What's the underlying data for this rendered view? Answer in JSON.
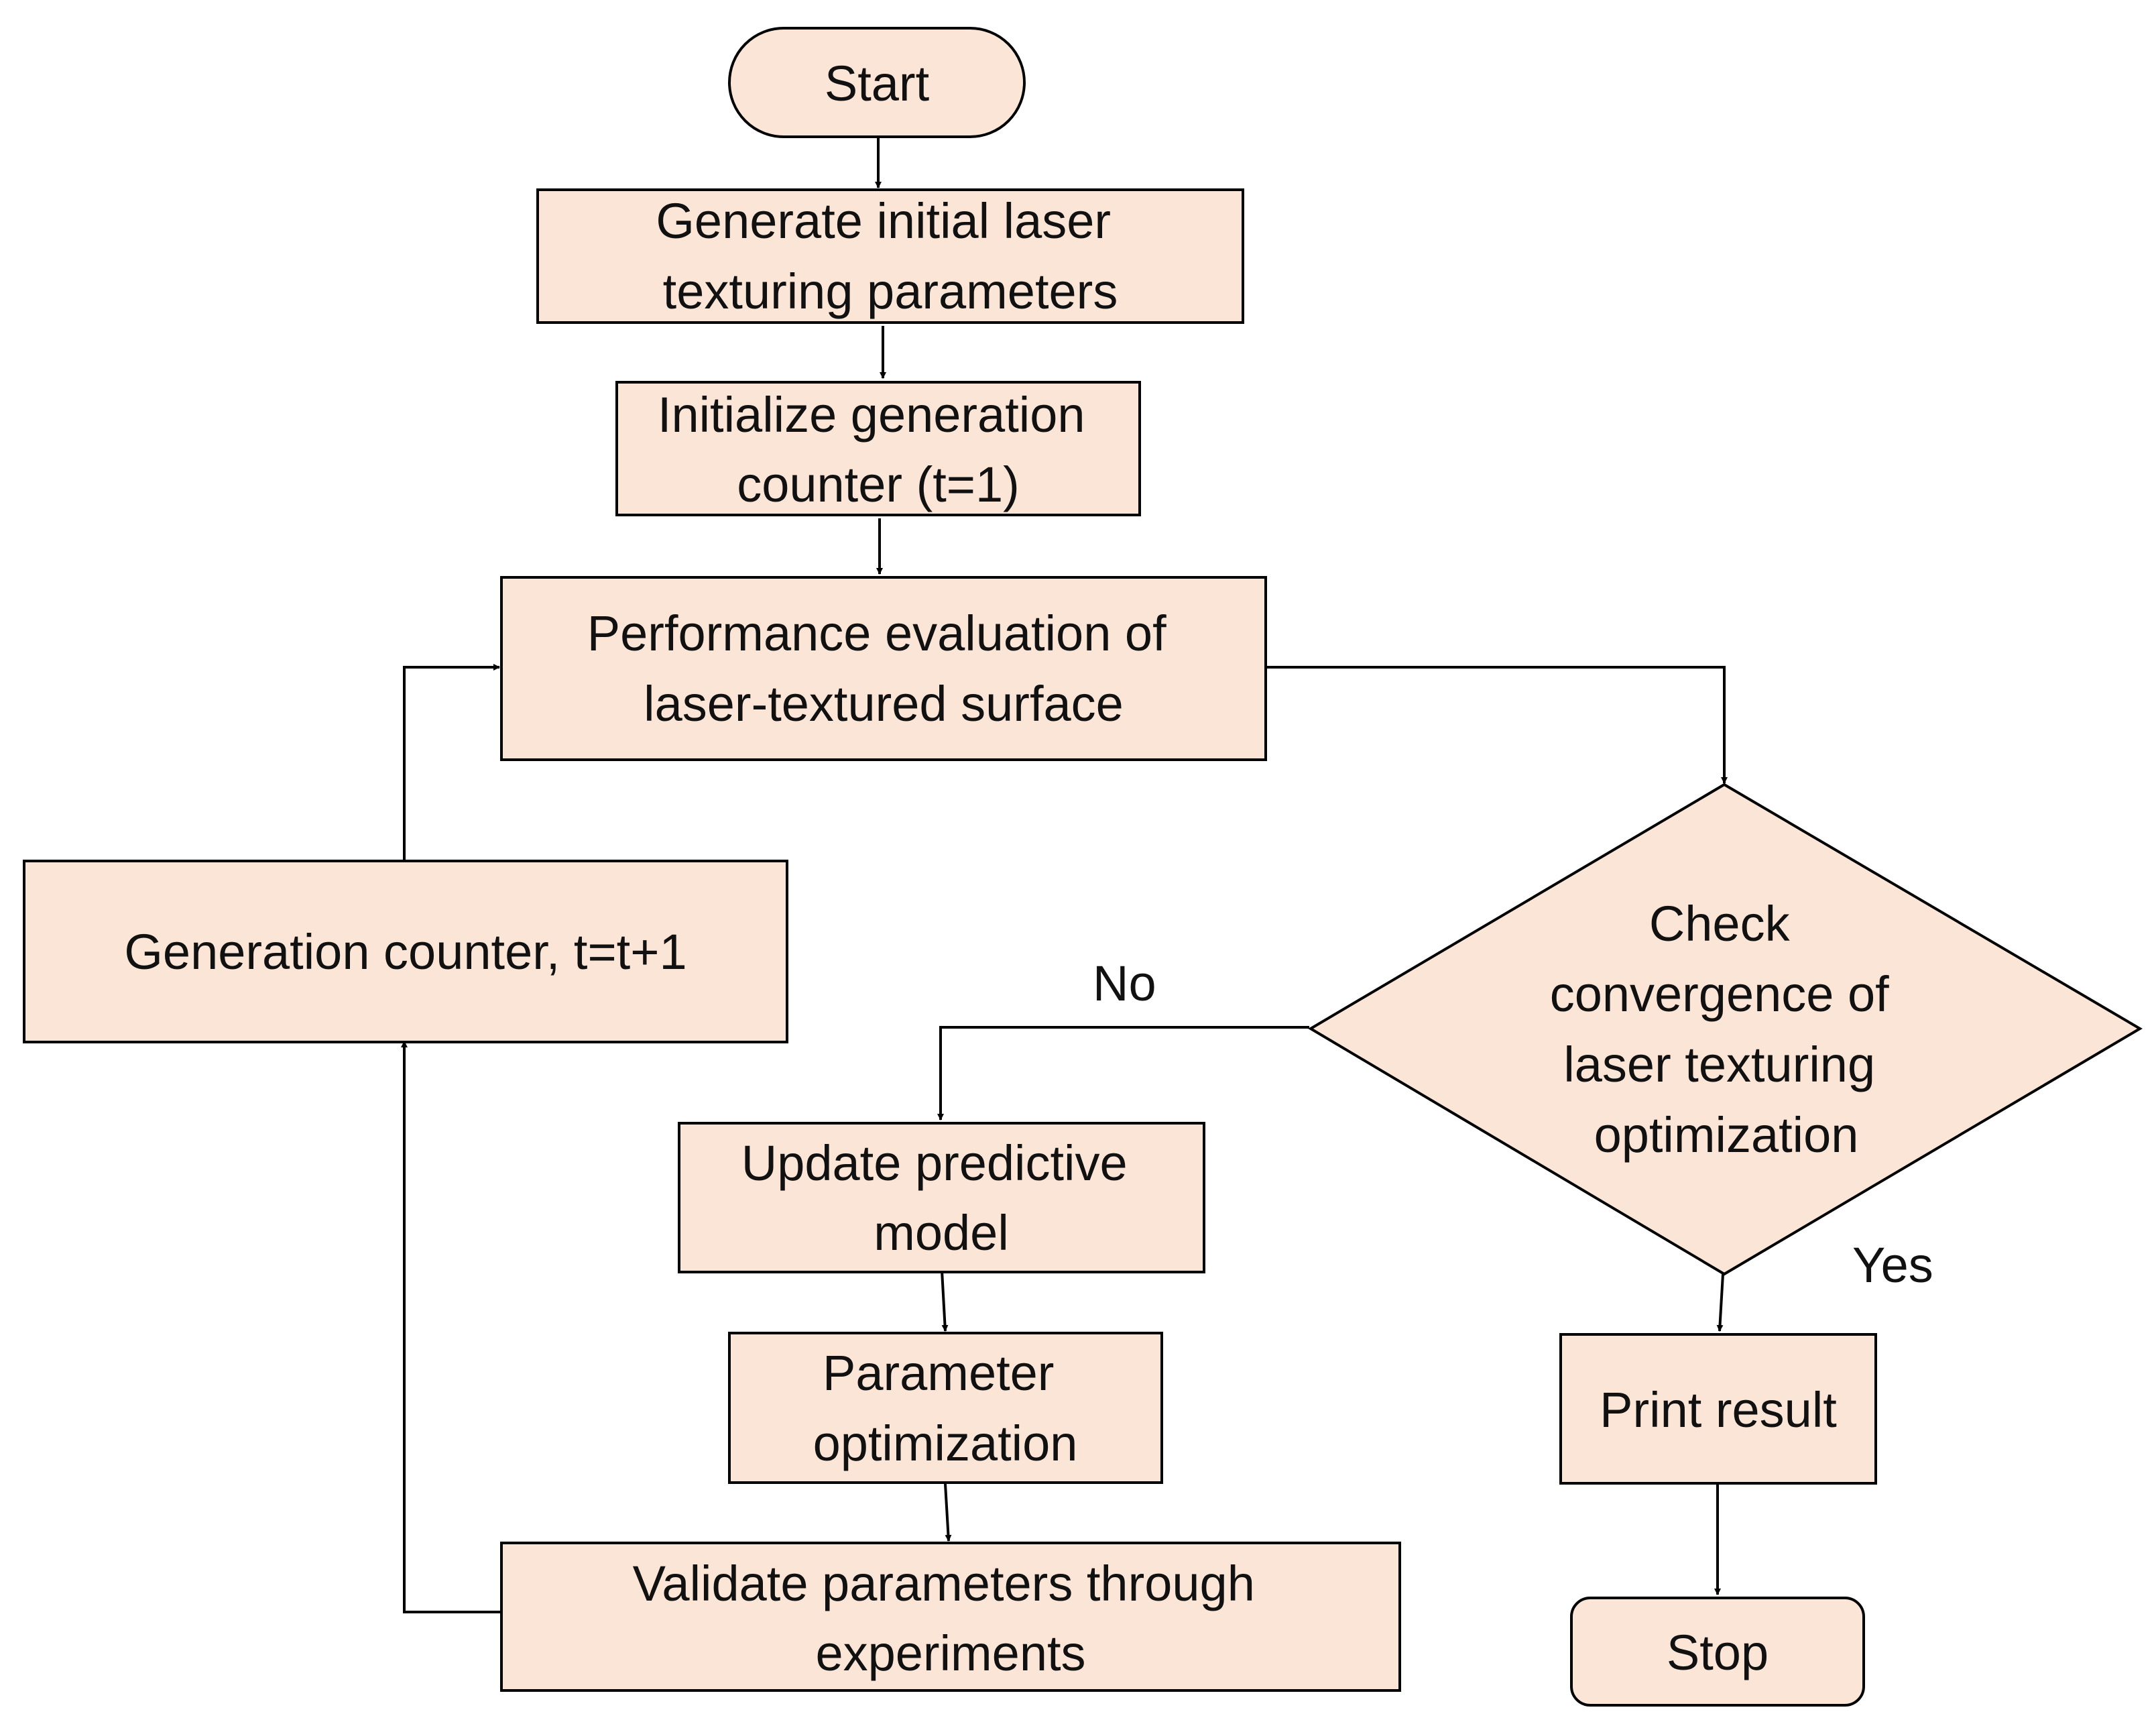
{
  "colors": {
    "node_fill": "#fbe5d6",
    "stroke": "#000000",
    "text": "#111111",
    "background": "#ffffff"
  },
  "nodes": {
    "start": {
      "shape": "terminator",
      "lines": [
        "Start"
      ]
    },
    "generate_params": {
      "shape": "process",
      "lines": [
        "Generate initial laser",
        "texturing parameters"
      ]
    },
    "init_counter": {
      "shape": "process",
      "lines": [
        "Initialize generation",
        "counter (t=1)"
      ]
    },
    "performance_eval": {
      "shape": "process",
      "lines": [
        "Performance evaluation of",
        "laser-textured surface"
      ]
    },
    "counter_increment": {
      "shape": "process",
      "lines": [
        "Generation counter, t=t+1"
      ]
    },
    "check_convergence": {
      "shape": "decision",
      "lines": [
        "Check",
        "convergence of",
        "laser texturing",
        "optimization"
      ]
    },
    "update_model": {
      "shape": "process",
      "lines": [
        "Update predictive",
        "model"
      ]
    },
    "param_optimization": {
      "shape": "process",
      "lines": [
        "Parameter",
        "optimization"
      ]
    },
    "validate_params": {
      "shape": "process",
      "lines": [
        "Validate parameters through",
        "experiments"
      ]
    },
    "print_result": {
      "shape": "process",
      "lines": [
        "Print result"
      ]
    },
    "stop": {
      "shape": "terminator",
      "lines": [
        "Stop"
      ]
    }
  },
  "edge_labels": {
    "no": "No",
    "yes": "Yes"
  }
}
